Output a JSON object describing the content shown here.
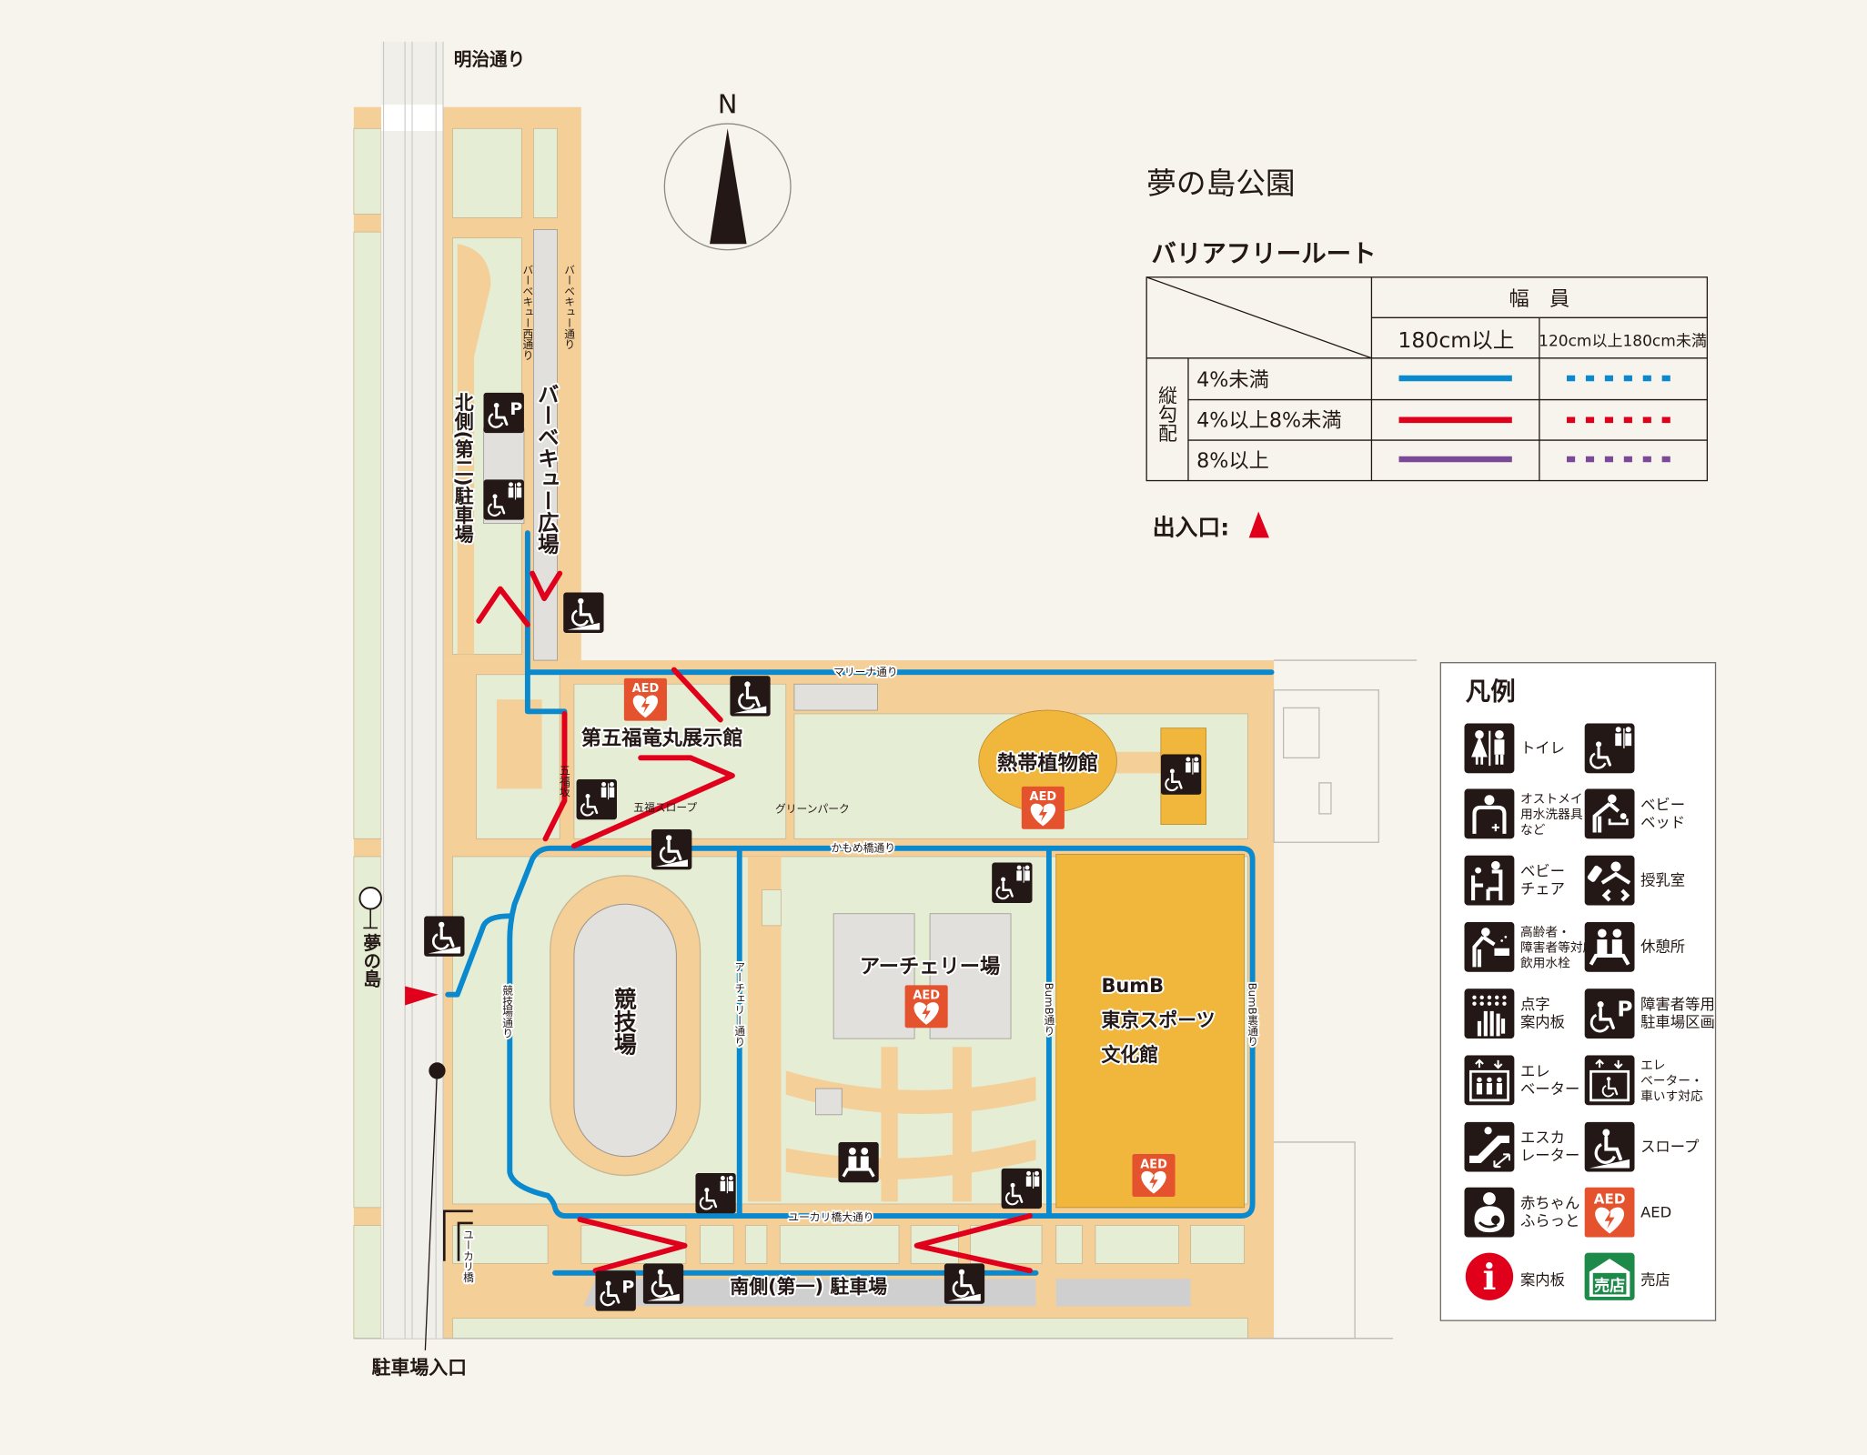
{
  "park": {
    "title": "夢の島公園",
    "route_title": "バリアフリールート",
    "entrance_label": "出入口:"
  },
  "route_table": {
    "width_header": "幅　員",
    "width_cols": [
      "180cm以上",
      "120cm以上180cm未満"
    ],
    "slope_header": "縦勾配",
    "rows": [
      {
        "label": "4%未満",
        "color": "#0a89cf"
      },
      {
        "label": "4%以上8%未満",
        "color": "#e0001b"
      },
      {
        "label": "8%以上",
        "color": "#7b4a96"
      }
    ]
  },
  "compass": {
    "north": "N"
  },
  "map_labels": {
    "meiji": "明治通り",
    "yumenoshima_station": "夢の島",
    "north_parking": "北側(第二)駐車場",
    "bbq_plaza": "バーベキュー広場",
    "bbq_west_st": "バーベキュー西通り",
    "bbq_st": "バーベキュー通り",
    "marina_st": "マリーナ通り",
    "daigo_hall": "第五福竜丸展示館",
    "gofuku_zaka": "五福坂",
    "gofuku_slope": "五福スロープ",
    "green_park": "グリーンパーク",
    "tropical": "熱帯植物館",
    "kamome_st": "かもめ橋通り",
    "stadium": "競技場",
    "stadium_st": "競技場通り",
    "archery_st": "アーチェリー通り",
    "archery": "アーチェリー場",
    "bumb_st": "BumB通り",
    "bumb_back_st": "BumB裏通り",
    "bumb_lines": [
      "BumB",
      "東京スポーツ",
      "文化館"
    ],
    "yukari_ohdori": "ユーカリ橋大通り",
    "yukari_bridge": "ユーカリ橋",
    "south_parking": "南側(第一) 駐車場",
    "parking_entrance": "駐車場入口",
    "aed": "AED"
  },
  "legend": {
    "title": "凡例",
    "items": [
      {
        "icon": "toilet-icon",
        "lines": [
          "トイレ"
        ]
      },
      {
        "icon": "accessible-toilet-icon",
        "lines": []
      },
      {
        "icon": "ostomate-icon",
        "lines": [
          "オストメイト",
          "用水洗器具",
          "など"
        ]
      },
      {
        "icon": "baby-bed-icon",
        "lines": [
          "ベビー",
          "ベッド"
        ]
      },
      {
        "icon": "baby-chair-icon",
        "lines": [
          "ベビー",
          "チェア"
        ]
      },
      {
        "icon": "nursing-room-icon",
        "lines": [
          "授乳室"
        ]
      },
      {
        "icon": "drinking-fountain-icon",
        "lines": [
          "高齢者・",
          "障害者等対応",
          "飲用水栓"
        ]
      },
      {
        "icon": "rest-area-icon",
        "lines": [
          "休憩所"
        ]
      },
      {
        "icon": "braille-board-icon",
        "lines": [
          "点字",
          "案内板"
        ]
      },
      {
        "icon": "accessible-parking-icon",
        "lines": [
          "障害者等用",
          "駐車場区画"
        ]
      },
      {
        "icon": "elevator-icon",
        "lines": [
          "エレ",
          "ベーター"
        ]
      },
      {
        "icon": "wheelchair-elevator-icon",
        "lines": [
          "エレ",
          "ベーター・",
          "車いす対応"
        ]
      },
      {
        "icon": "escalator-icon",
        "lines": [
          "エスカ",
          "レーター"
        ]
      },
      {
        "icon": "slope-icon",
        "lines": [
          "スロープ"
        ]
      },
      {
        "icon": "baby-friendly-icon",
        "lines": [
          "赤ちゃん・",
          "ふらっと"
        ]
      },
      {
        "icon": "aed-icon",
        "lines": [
          "AED"
        ]
      },
      {
        "icon": "info-board-icon",
        "lines": [
          "案内板"
        ]
      },
      {
        "icon": "shop-icon",
        "lines": [
          "売店"
        ]
      }
    ],
    "shop_glyph": "売店",
    "info_glyph": "i",
    "parking_glyph": "P"
  },
  "colors": {
    "route_blue": "#0a89cf",
    "route_red": "#e0001b",
    "route_purple": "#7b4a96",
    "aed_orange": "#e4532d",
    "facility_orange": "#f1b73c",
    "road_beige": "#f4cf98",
    "grass_green": "#e5edd5",
    "shop_green": "#1e8a4a"
  }
}
